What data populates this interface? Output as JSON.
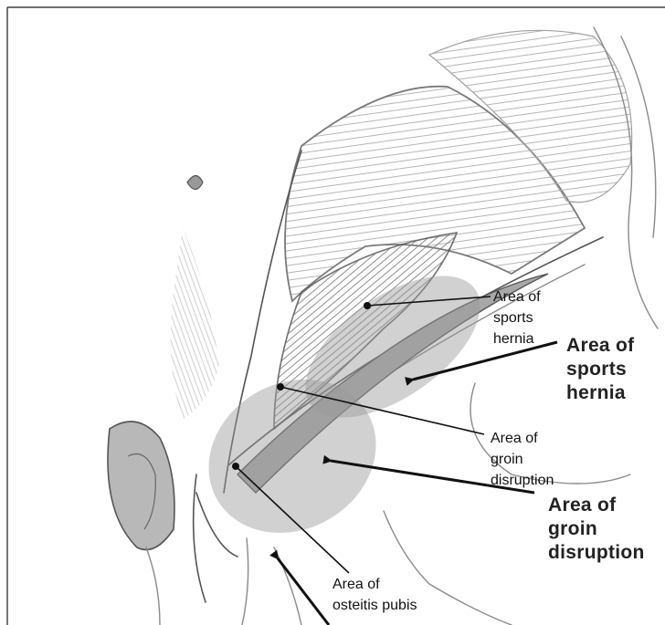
{
  "labels": {
    "sports_hernia_small_line1": "Area of",
    "sports_hernia_small_line2": "sports",
    "sports_hernia_small_line3": "hernia",
    "sports_hernia_large_line1": "Area of",
    "sports_hernia_large_line2": "sports",
    "sports_hernia_large_line3": "hernia",
    "groin_disruption_small_line1": "Area of",
    "groin_disruption_small_line2": "groin",
    "groin_disruption_small_line3": "disruption",
    "groin_disruption_large_line1": "Area of",
    "groin_disruption_large_line2": "groin",
    "groin_disruption_large_line3": "disruption",
    "osteitis_pubis_line1": "Area of",
    "osteitis_pubis_line2": "osteitis pubis"
  },
  "colors": {
    "background": "#ffffff",
    "shaded_region": "#9a9a9a",
    "sketch_lines": "#8a8a8a",
    "annotation": "#111111"
  }
}
